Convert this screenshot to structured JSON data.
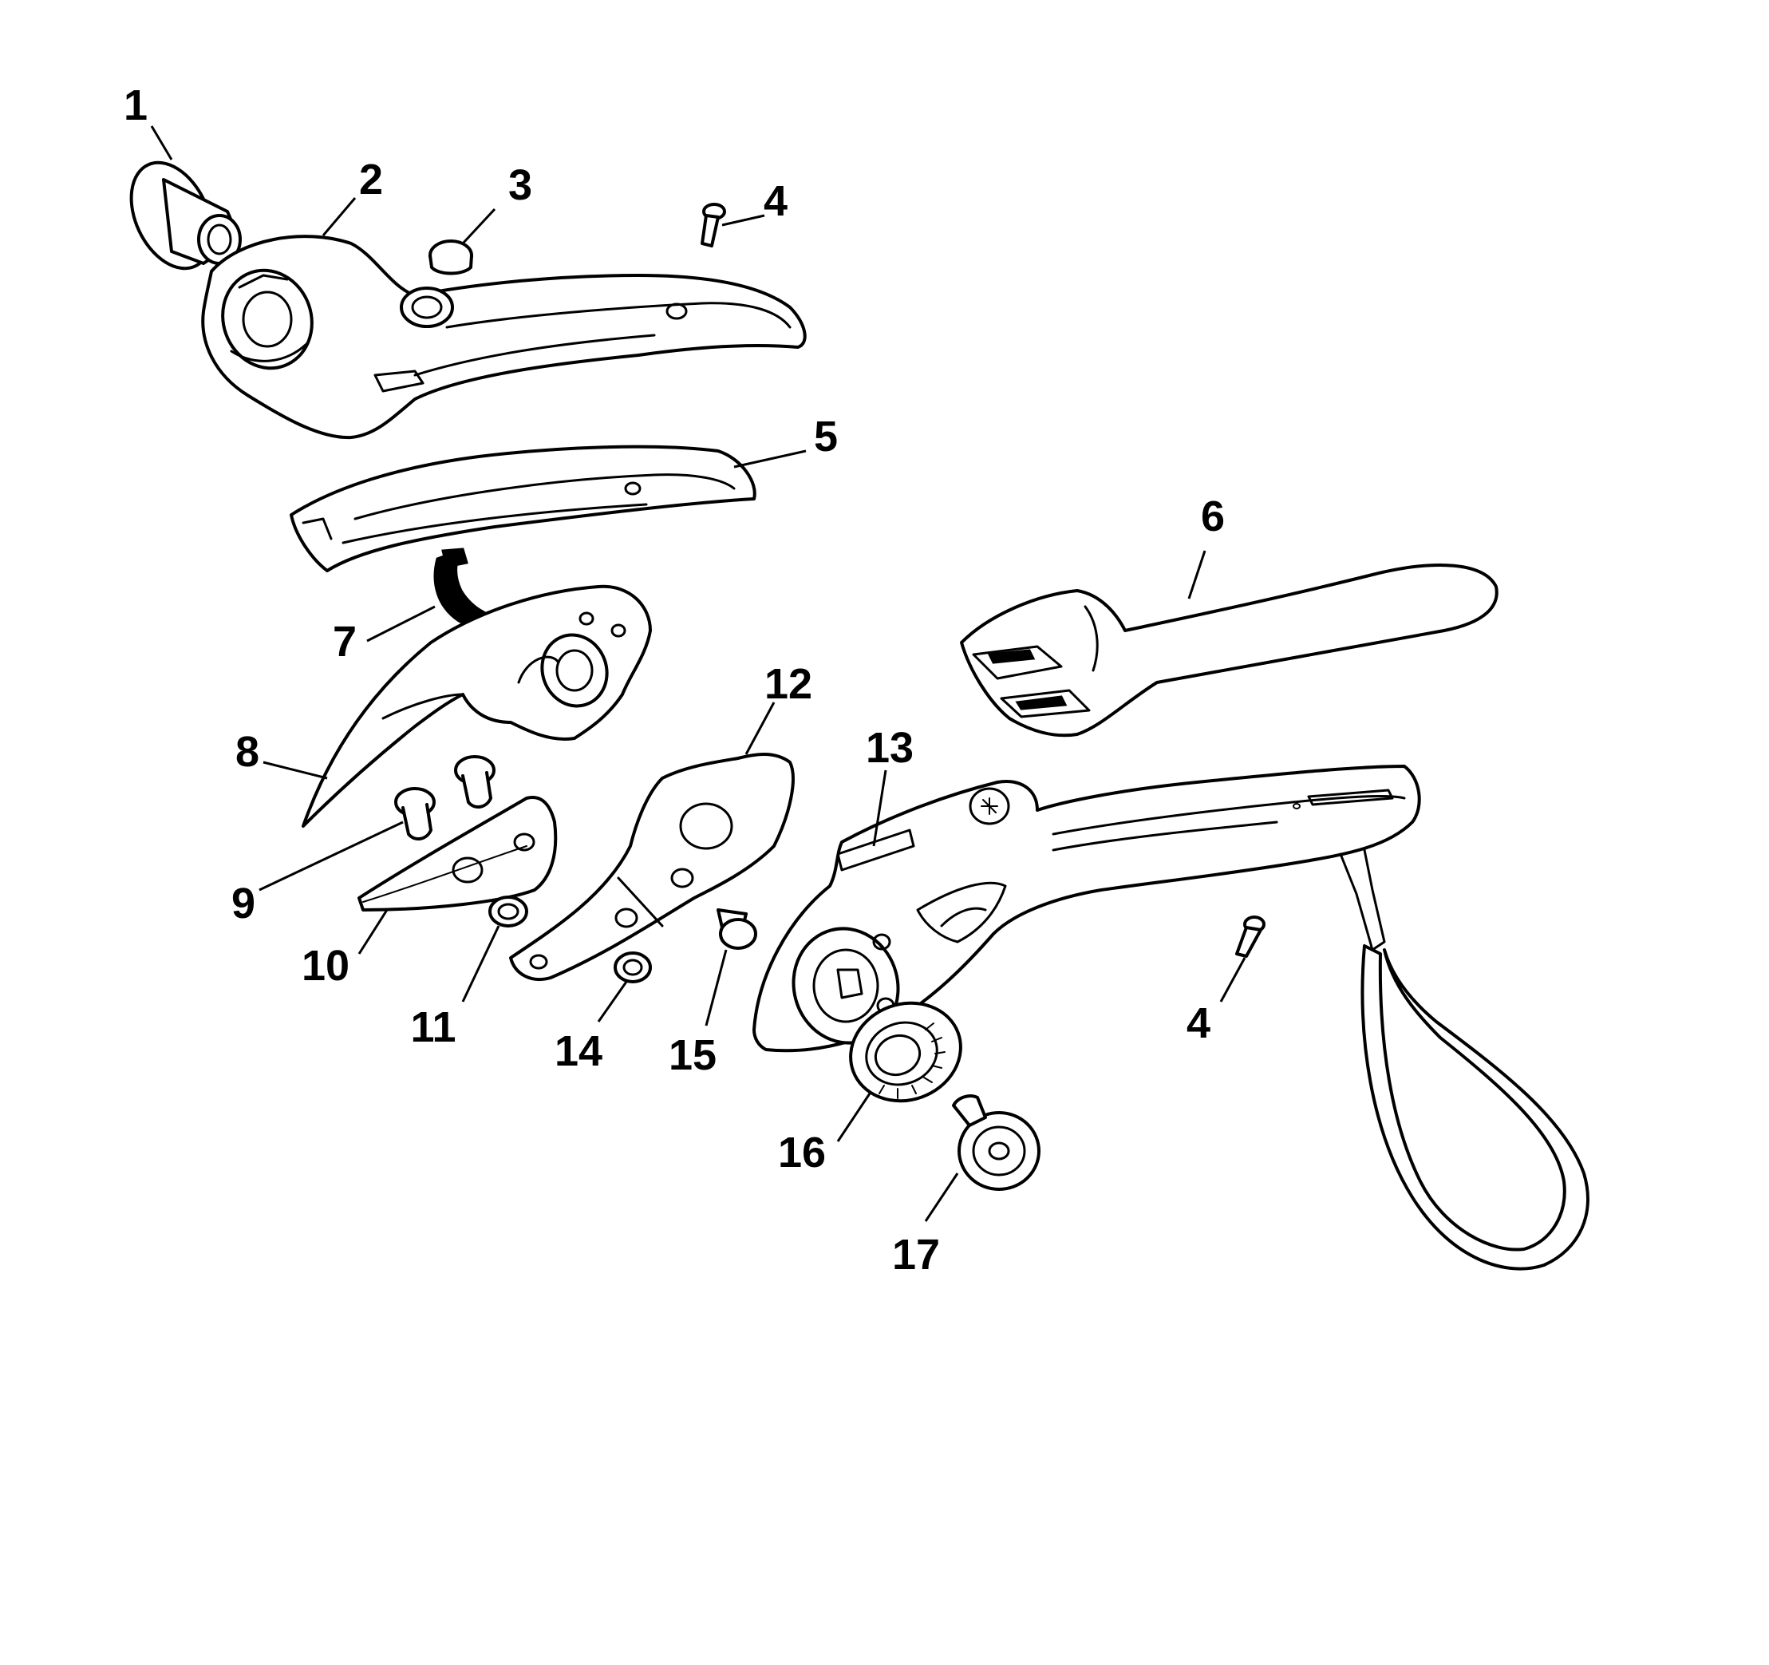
{
  "labels": [
    {
      "id": "1",
      "text": "1"
    },
    {
      "id": "2",
      "text": "2"
    },
    {
      "id": "3",
      "text": "3"
    },
    {
      "id": "4a",
      "text": "4"
    },
    {
      "id": "5",
      "text": "5"
    },
    {
      "id": "6",
      "text": "6"
    },
    {
      "id": "7",
      "text": "7"
    },
    {
      "id": "8",
      "text": "8"
    },
    {
      "id": "9",
      "text": "9"
    },
    {
      "id": "10",
      "text": "10"
    },
    {
      "id": "11",
      "text": "11"
    },
    {
      "id": "12",
      "text": "12"
    },
    {
      "id": "13",
      "text": "13"
    },
    {
      "id": "14",
      "text": "14"
    },
    {
      "id": "15",
      "text": "15"
    },
    {
      "id": "16",
      "text": "16"
    },
    {
      "id": "17",
      "text": "17"
    },
    {
      "id": "4b",
      "text": "4"
    }
  ]
}
